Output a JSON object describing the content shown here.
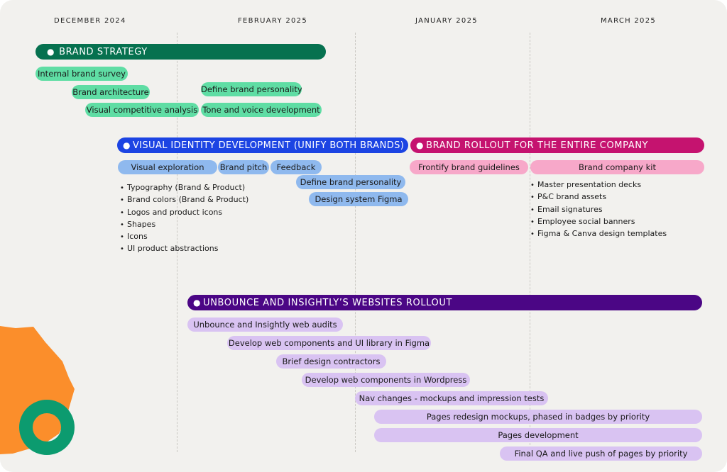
{
  "months": [
    "DECEMBER 2024",
    "FEBRUARY 2025",
    "JANUARY 2025",
    "MARCH 2025"
  ],
  "colors": {
    "brand_strategy": "#06714f",
    "visual_identity": "#1c44e3",
    "brand_rollout": "#c5136f",
    "websites_rollout": "#4b0685",
    "green_pill": "#5fdda4",
    "blue_pill": "#8fb9ee",
    "pink_pill": "#f7a8c9",
    "lavender_pill": "#d9c3f2",
    "orange_shape": "#fb8e2b",
    "ring": "#0c9b6f"
  },
  "sections": {
    "brand_strategy": {
      "title": "BRAND STRATEGY",
      "tasks": [
        "Internal brand survey",
        "Brand architecture",
        "Define brand personality",
        "Visual competitive analysis",
        "Tone and voice development"
      ]
    },
    "visual_identity": {
      "title": "VISUAL IDENTITY DEVELOPMENT (UNIFY BOTH BRANDS)",
      "tasks": [
        "Visual exploration",
        "Brand pitch",
        "Feedback",
        "Define brand personality",
        "Design system Figma"
      ],
      "bullets": [
        "Typography (Brand & Product)",
        "Brand colors (Brand & Product)",
        "Logos and product icons",
        "Shapes",
        "Icons",
        "UI product abstractions"
      ]
    },
    "brand_rollout": {
      "title": "BRAND ROLLOUT FOR THE ENTIRE COMPANY",
      "tasks": [
        "Frontify brand guidelines",
        "Brand company kit"
      ],
      "bullets": [
        "Master presentation decks",
        "P&C brand assets",
        "Email signatures",
        "Employee social banners",
        "Figma & Canva design templates"
      ]
    },
    "websites_rollout": {
      "title": "UNBOUNCE AND INSIGHTLY’S WEBSITES ROLLOUT",
      "tasks": [
        "Unbounce and Insightly web audits",
        "Develop web components and UI library in Figma",
        "Brief design contractors",
        "Develop web components in Wordpress",
        "Nav changes - mockups and impression tests",
        "Pages redesign mockups, phased in badges by priority",
        "Pages development",
        "Final QA and live push of pages by priority"
      ]
    }
  }
}
